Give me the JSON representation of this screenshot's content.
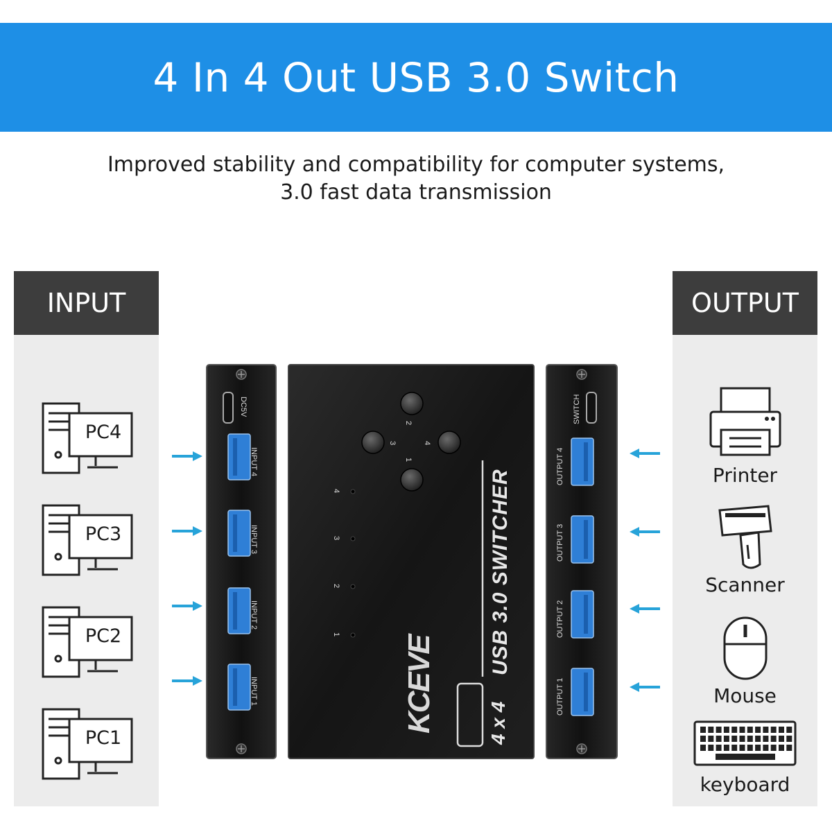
{
  "title": "4 In 4 Out USB 3.0 Switch",
  "subtitle": {
    "line1": "Improved stability and compatibility for computer systems,",
    "line2": "3.0 fast data transmission"
  },
  "input": {
    "heading": "INPUT",
    "items": [
      {
        "label": "PC4",
        "icon": "desktop-pc-icon"
      },
      {
        "label": "PC3",
        "icon": "desktop-pc-icon"
      },
      {
        "label": "PC2",
        "icon": "desktop-pc-icon"
      },
      {
        "label": "PC1",
        "icon": "desktop-pc-icon"
      }
    ]
  },
  "output": {
    "heading": "OUTPUT",
    "items": [
      {
        "label": "Printer",
        "icon": "printer-icon"
      },
      {
        "label": "Scanner",
        "icon": "barcode-scanner-icon"
      },
      {
        "label": "Mouse",
        "icon": "mouse-icon"
      },
      {
        "label": "keyboard",
        "icon": "keyboard-icon"
      }
    ]
  },
  "device": {
    "left_panel": {
      "power_label": "DC5V",
      "ports": [
        "INPUT 4",
        "INPUT 3",
        "INPUT 2",
        "INPUT 1"
      ]
    },
    "top": {
      "brand": "KCEVE",
      "model": "USB 3.0 SWITCHER",
      "badge": "4 x 4",
      "button_numbers": [
        "2",
        "3",
        "4",
        "1"
      ],
      "led_numbers": [
        "4",
        "3",
        "2",
        "1"
      ]
    },
    "right_panel": {
      "switch_label": "SWITCH",
      "ports": [
        "OUTPUT 4",
        "OUTPUT 3",
        "OUTPUT 2",
        "OUTPUT 1"
      ]
    }
  },
  "colors": {
    "banner": "#1e8fe6",
    "panel_head": "#3d3d3d",
    "panel_body": "#ececec",
    "arrow": "#27a3d9",
    "usb_port": "#2f7fd6"
  }
}
